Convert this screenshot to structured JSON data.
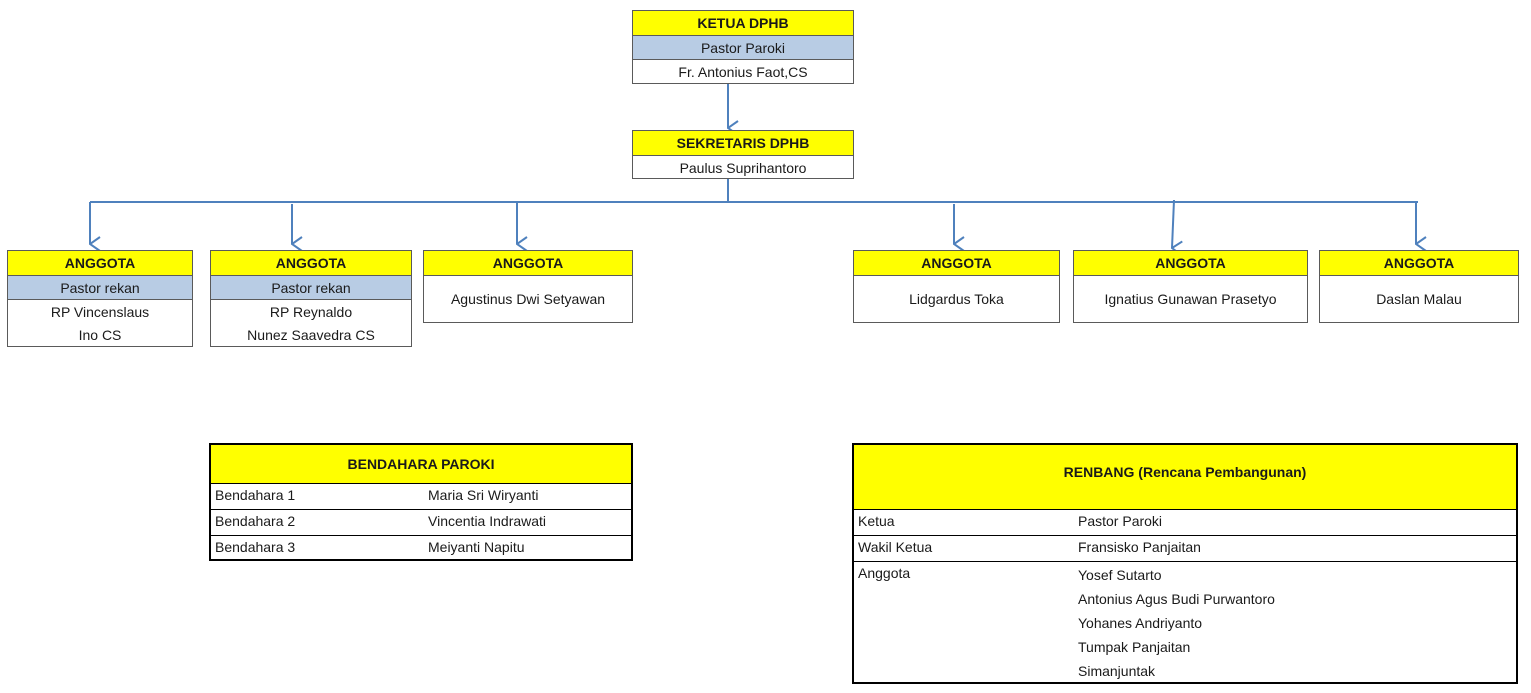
{
  "ketua": {
    "title": "KETUA DPHB",
    "role": "Pastor Paroki",
    "name": "Fr. Antonius Faot,CS"
  },
  "sekretaris": {
    "title": "SEKRETARIS DPHB",
    "name": "Paulus Suprihantoro"
  },
  "anggota": [
    {
      "title": "ANGGOTA",
      "role": "Pastor rekan",
      "lines": [
        "RP Vincenslaus",
        "Ino CS"
      ]
    },
    {
      "title": "ANGGOTA",
      "role": "Pastor rekan",
      "lines": [
        "RP Reynaldo",
        "Nunez Saavedra CS"
      ]
    },
    {
      "title": "ANGGOTA",
      "name": "Agustinus Dwi Setyawan"
    },
    {
      "title": "ANGGOTA",
      "name": "Lidgardus Toka"
    },
    {
      "title": "ANGGOTA",
      "name": "Ignatius Gunawan Prasetyo"
    },
    {
      "title": "ANGGOTA",
      "name": "Daslan Malau"
    }
  ],
  "bendahara": {
    "title": "BENDAHARA PAROKI",
    "rows": [
      {
        "label": "Bendahara 1",
        "name": "Maria Sri Wiryanti"
      },
      {
        "label": "Bendahara 2",
        "name": "Vincentia Indrawati"
      },
      {
        "label": "Bendahara 3",
        "name": "Meiyanti Napitu"
      }
    ]
  },
  "renbang": {
    "title": "RENBANG (Rencana Pembangunan)",
    "ketua": {
      "label": "Ketua",
      "name": "Pastor Paroki"
    },
    "wakil": {
      "label": "Wakil Ketua",
      "name": "Fransisko Panjaitan"
    },
    "anggota_label": "Anggota",
    "anggota": [
      "Yosef Sutarto",
      "Antonius Agus Budi Purwantoro",
      "Yohanes Andriyanto",
      "Tumpak Panjaitan",
      "Simanjuntak"
    ]
  },
  "colors": {
    "header": "#ffff00",
    "role": "#b8cce4",
    "connector": "#4f81bd"
  }
}
